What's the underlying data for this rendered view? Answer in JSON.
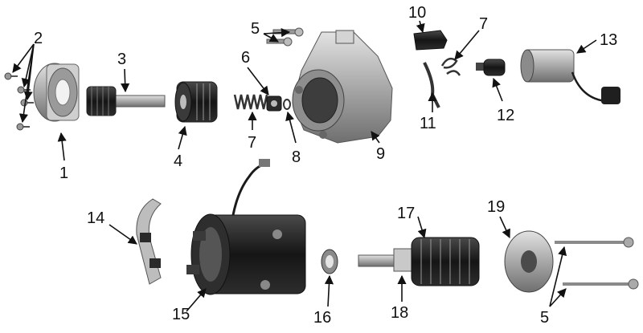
{
  "diagram": {
    "kind": "exploded parts view",
    "labels": {
      "l1": "1",
      "l2": "2",
      "l3": "3",
      "l4": "4",
      "l5a": "5",
      "l5b": "5",
      "l6": "6",
      "l7a": "7",
      "l7b": "7",
      "l8": "8",
      "l9": "9",
      "l10": "10",
      "l11": "11",
      "l12": "12",
      "l13": "13",
      "l14": "14",
      "l15": "15",
      "l16": "16",
      "l17": "17",
      "l18": "18",
      "l19": "19"
    },
    "colors": {
      "metal": "#b9b9b9",
      "dark": "#1c1c1c",
      "ink": "#111111",
      "mid": "#6d6d6d"
    }
  }
}
